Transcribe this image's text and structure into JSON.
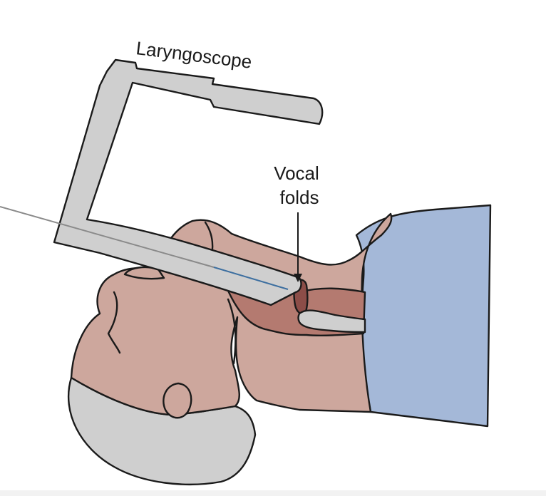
{
  "labels": {
    "laryngoscope": "Laryngoscope",
    "vocal_folds_line1": "Vocal",
    "vocal_folds_line2": "folds"
  },
  "colors": {
    "skin": "#cda79d",
    "airway": "#b47a70",
    "airway_dark": "#8c4d48",
    "hair": "#cfcfcf",
    "drape": "#a4b8d8",
    "laryngoscope": "#cfcfcf",
    "tube_line": "#8a8a8a",
    "tube_tip": "#3d6fa0",
    "outline": "#1a1a1a"
  },
  "icons": [
    "laryngoscope-icon",
    "patient-head-icon",
    "arrow-down-icon"
  ]
}
